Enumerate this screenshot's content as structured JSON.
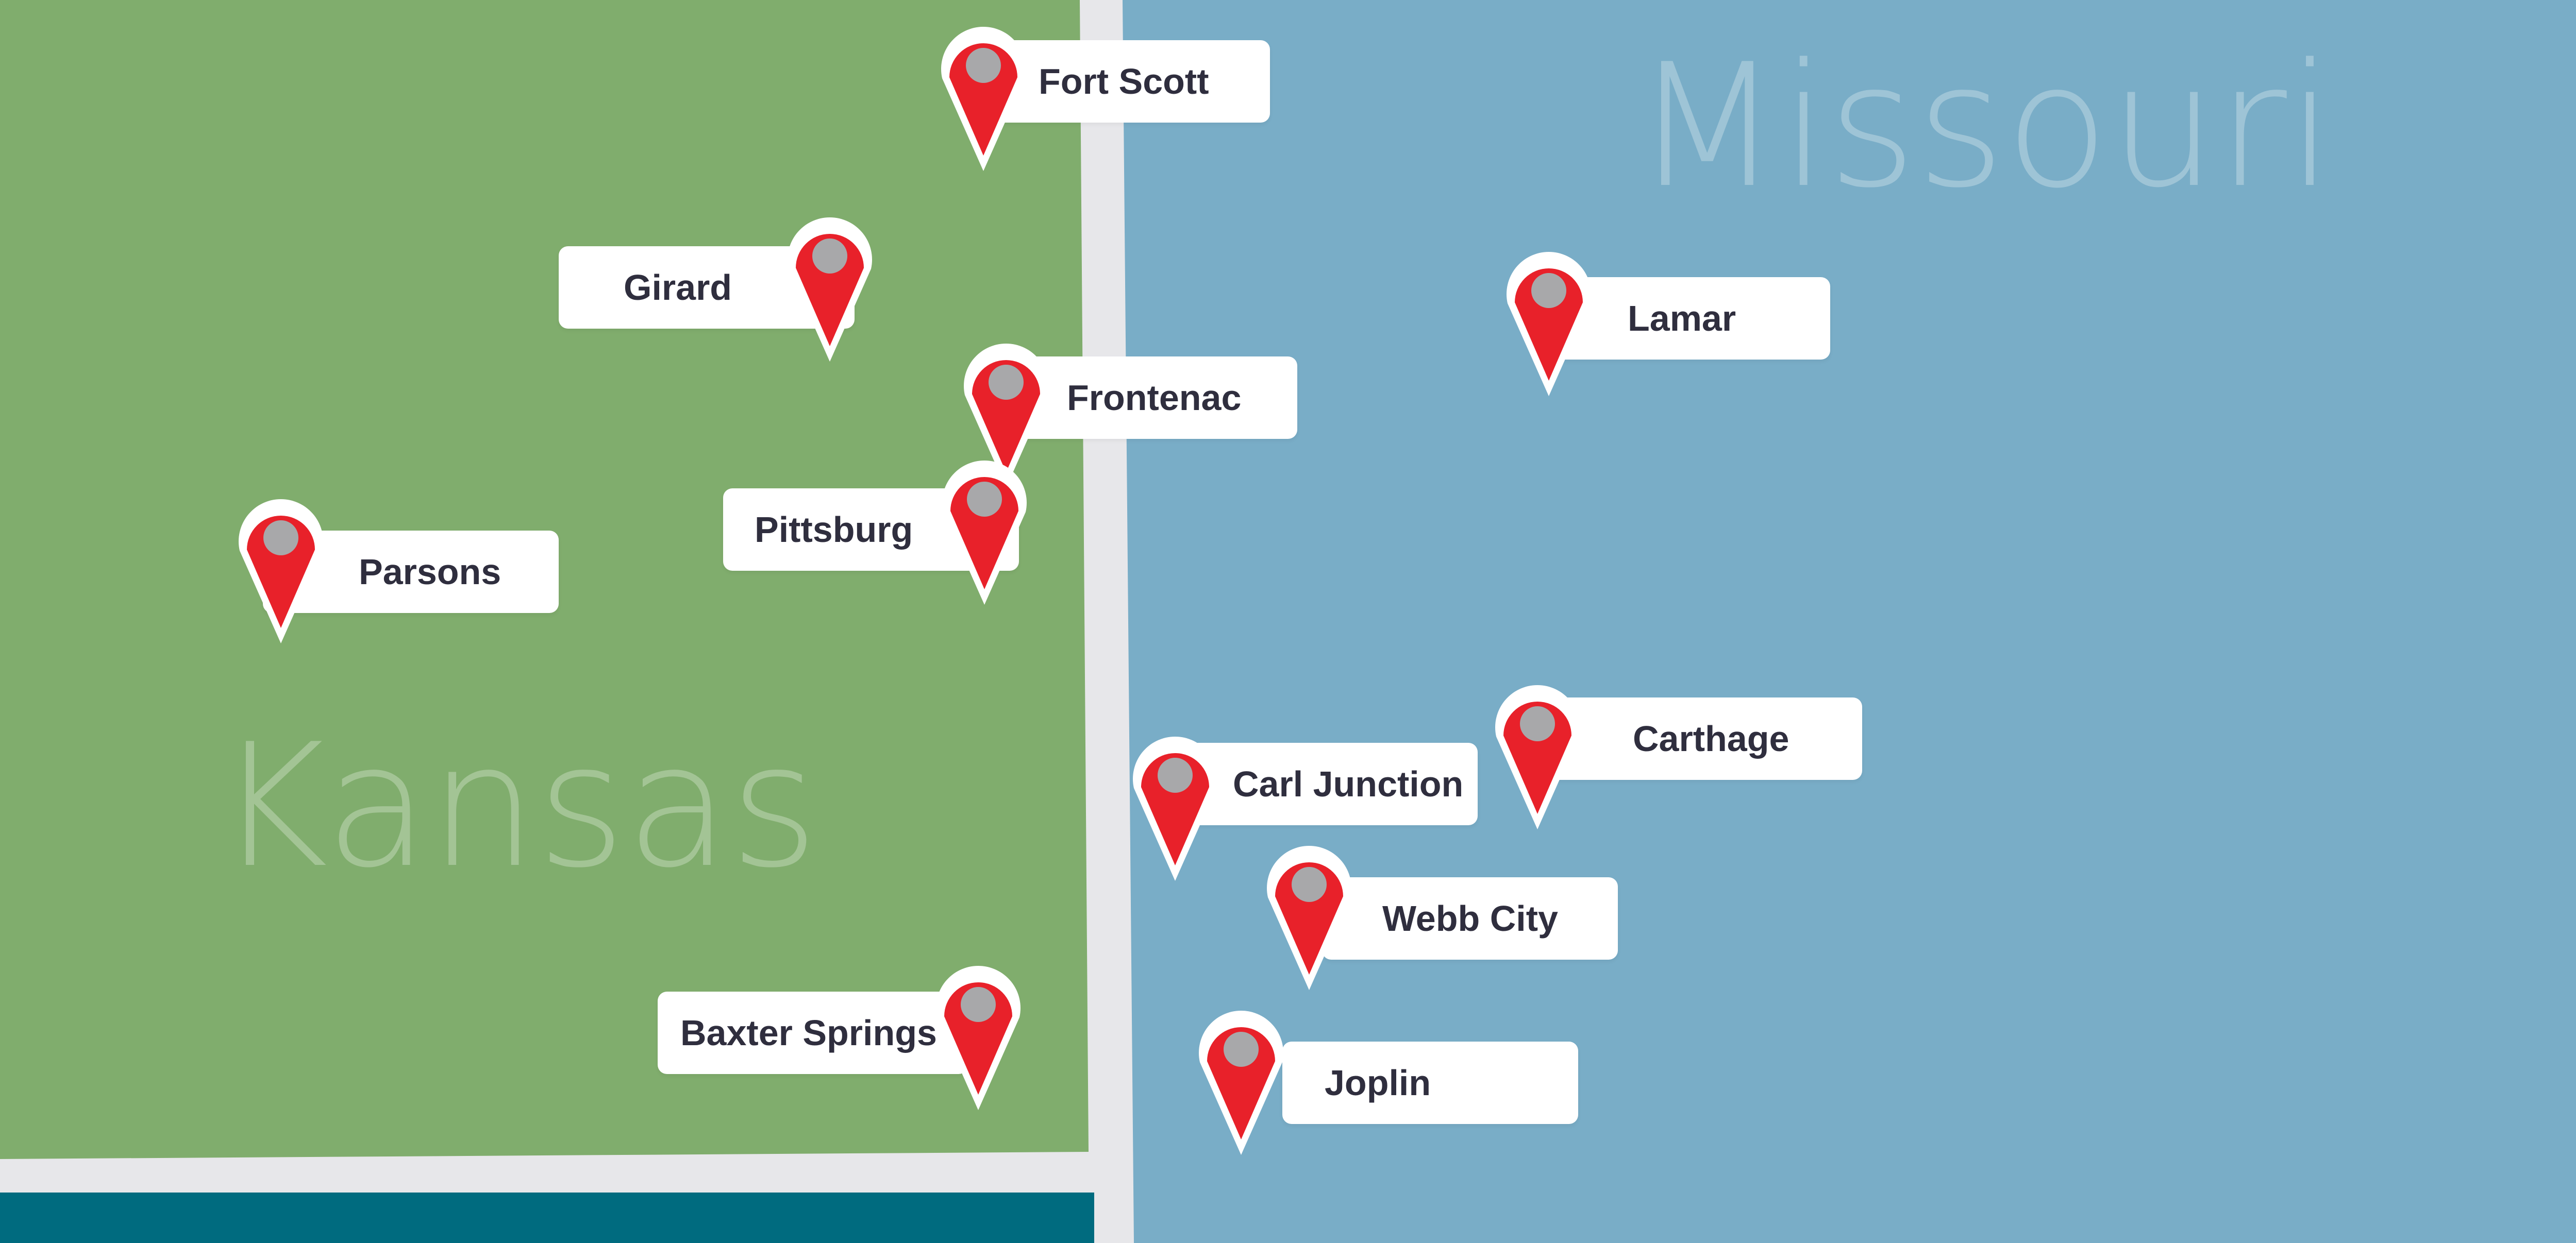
{
  "colors": {
    "kansas": "#80ad6d",
    "missouri": "#79adc7",
    "border": "#e7e7ea",
    "bottom_bar": "#006b7f",
    "pin_red": "#e8212a",
    "pin_dot": "#a8a8aa",
    "label_text": "#2f2e3e"
  },
  "states": {
    "kansas": "Kansas",
    "missouri": "Missouri"
  },
  "cities": [
    {
      "name": "Fort Scott"
    },
    {
      "name": "Girard"
    },
    {
      "name": "Frontenac"
    },
    {
      "name": "Lamar"
    },
    {
      "name": "Pittsburg"
    },
    {
      "name": "Parsons"
    },
    {
      "name": "Carthage"
    },
    {
      "name": "Carl Junction"
    },
    {
      "name": "Webb City"
    },
    {
      "name": "Baxter Springs"
    },
    {
      "name": "Joplin"
    }
  ]
}
